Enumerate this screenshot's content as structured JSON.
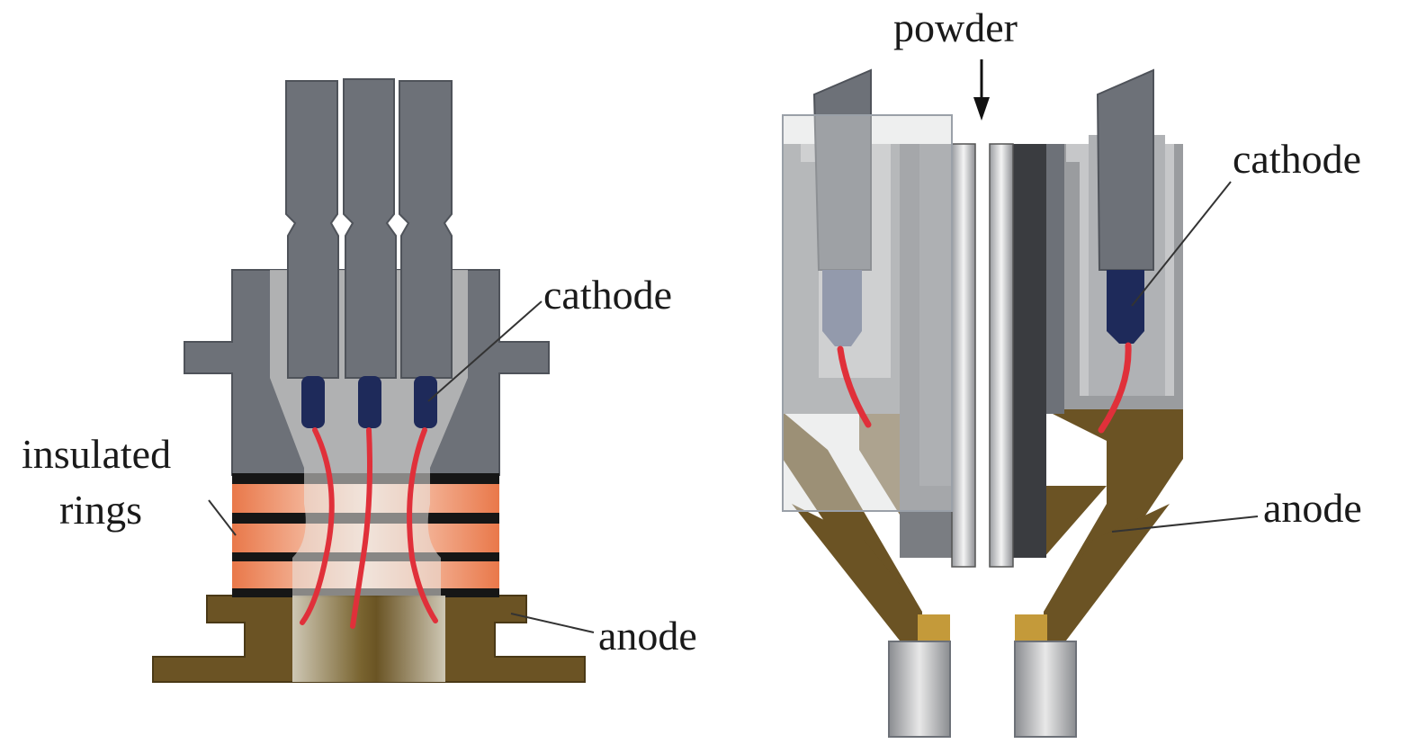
{
  "labels": {
    "left_cathode": "cathode",
    "left_insulated_line1": "insulated",
    "left_insulated_line2": "rings",
    "left_anode": "anode",
    "right_powder": "powder",
    "right_cathode": "cathode",
    "right_anode": "anode"
  },
  "colors": {
    "steel": "#6d7178",
    "steel_dark": "#4f535a",
    "cathode_tip": "#1e2a5a",
    "arc": "#e0303a",
    "anode": "#6b5324",
    "ring_copper": "#e0804a",
    "ring_insulator": "#161616",
    "channel_glass": "#e8e6e2",
    "powder_tube": "#c8c9cc",
    "leader": "#333333"
  }
}
